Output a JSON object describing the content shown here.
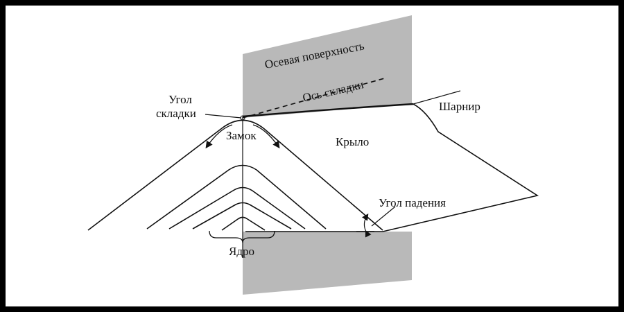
{
  "labels": {
    "axial_surface": "Осевая поверхность",
    "fold_axis": "Ось складки",
    "fold_angle_line1": "Угол",
    "fold_angle_line2": "складки",
    "hinge": "Шарнир",
    "crest": "Замок",
    "limb": "Крыло",
    "dip_angle": "Угол падения",
    "core": "Ядро"
  },
  "colors": {
    "background": "#ffffff",
    "frame": "#000000",
    "axial_plane": "#b8b8b8",
    "line": "#111111"
  }
}
